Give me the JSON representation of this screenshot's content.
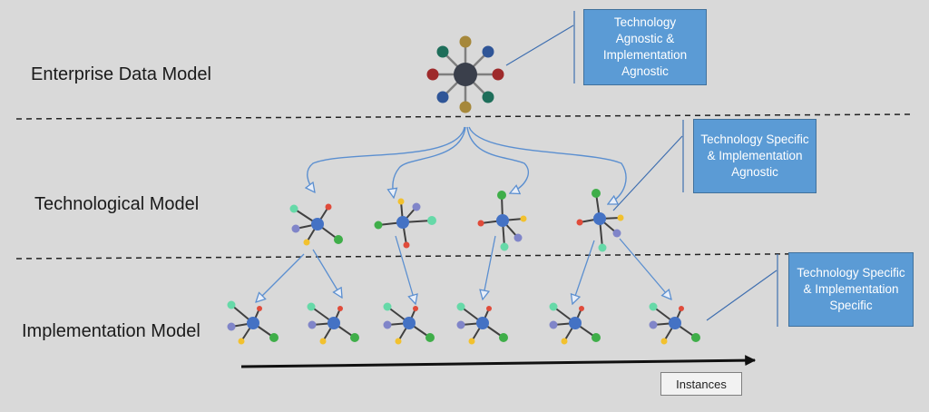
{
  "layers": {
    "enterprise": "Enterprise Data Model",
    "technological": "Technological Model",
    "implementation": "Implementation Model"
  },
  "boxes": {
    "top": [
      "Technology",
      "Agnostic &",
      "Implementation",
      "Agnostic"
    ],
    "middle": [
      "Technology Specific",
      "& Implementation",
      "Agnostic"
    ],
    "bottom": [
      "Technology Specific",
      "& Implementation",
      "Specific"
    ]
  },
  "axis": {
    "label": "Instances"
  },
  "colors": {
    "background": "#d9d9d9",
    "box_fill": "#5b9bd5",
    "hub_dark": "#3a3f4b",
    "hub_blue": "#4472c4",
    "teal": "#1e6e5a",
    "gold": "#a6883b",
    "navy": "#2f5597",
    "maroon": "#9e2a2b",
    "green": "#3fae49",
    "light_green": "#66d9a8",
    "red": "#e04b3a",
    "yellow": "#f2c12e",
    "lavender": "#8085c9",
    "arrow": "#5b8fd0"
  }
}
